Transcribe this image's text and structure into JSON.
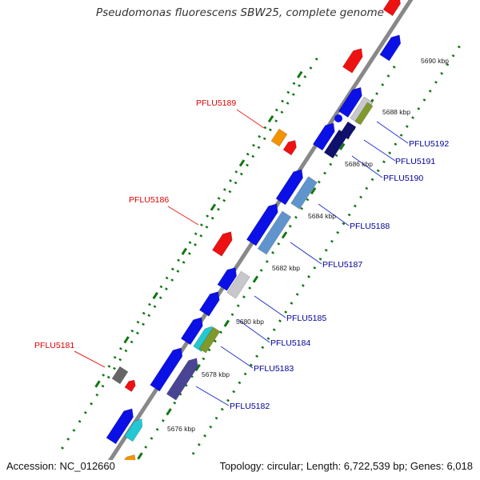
{
  "title": "Pseudomonas fluorescens SBW25, complete genome",
  "accession_label": "Accession: NC_012660",
  "summary_label": "Topology: circular; Length: 6,722,539 bp; Genes: 6,018",
  "colors": {
    "backbone": "#888888",
    "label_red": "#dd0000",
    "label_blue": "#000099",
    "leader_red": "#ee2222",
    "leader_blue": "#2233cc",
    "tick_green": "#117711",
    "gene_blue": "#0b10e6",
    "gene_red": "#ee1111",
    "gene_orange": "#f39300",
    "gene_gray": "#666666",
    "gene_light": "#c8c8cc",
    "gene_steel": "#5f95cc",
    "gene_navy": "#10106e",
    "gene_slate": "#4a4494",
    "gene_olive": "#7f9a2a",
    "gene_cyan": "#22c8d4"
  },
  "kbp_labels": [
    {
      "text": "5690 kbp"
    },
    {
      "text": "5688 kbp"
    },
    {
      "text": "5686 kbp"
    },
    {
      "text": "5684 kbp"
    },
    {
      "text": "5682 kbp"
    },
    {
      "text": "5680 kbp"
    },
    {
      "text": "5678 kbp"
    },
    {
      "text": "5676 kbp"
    }
  ],
  "gene_labels_left": [
    {
      "text": "PFLU5189"
    },
    {
      "text": "PFLU5186"
    },
    {
      "text": "PFLU5181"
    }
  ],
  "gene_labels_right": [
    {
      "text": "PFLU5192"
    },
    {
      "text": "PFLU5191"
    },
    {
      "text": "PFLU5190"
    },
    {
      "text": "PFLU5188"
    },
    {
      "text": "PFLU5187"
    },
    {
      "text": "PFLU5185"
    },
    {
      "text": "PFLU5184"
    },
    {
      "text": "PFLU5183"
    },
    {
      "text": "PFLU5182"
    }
  ]
}
